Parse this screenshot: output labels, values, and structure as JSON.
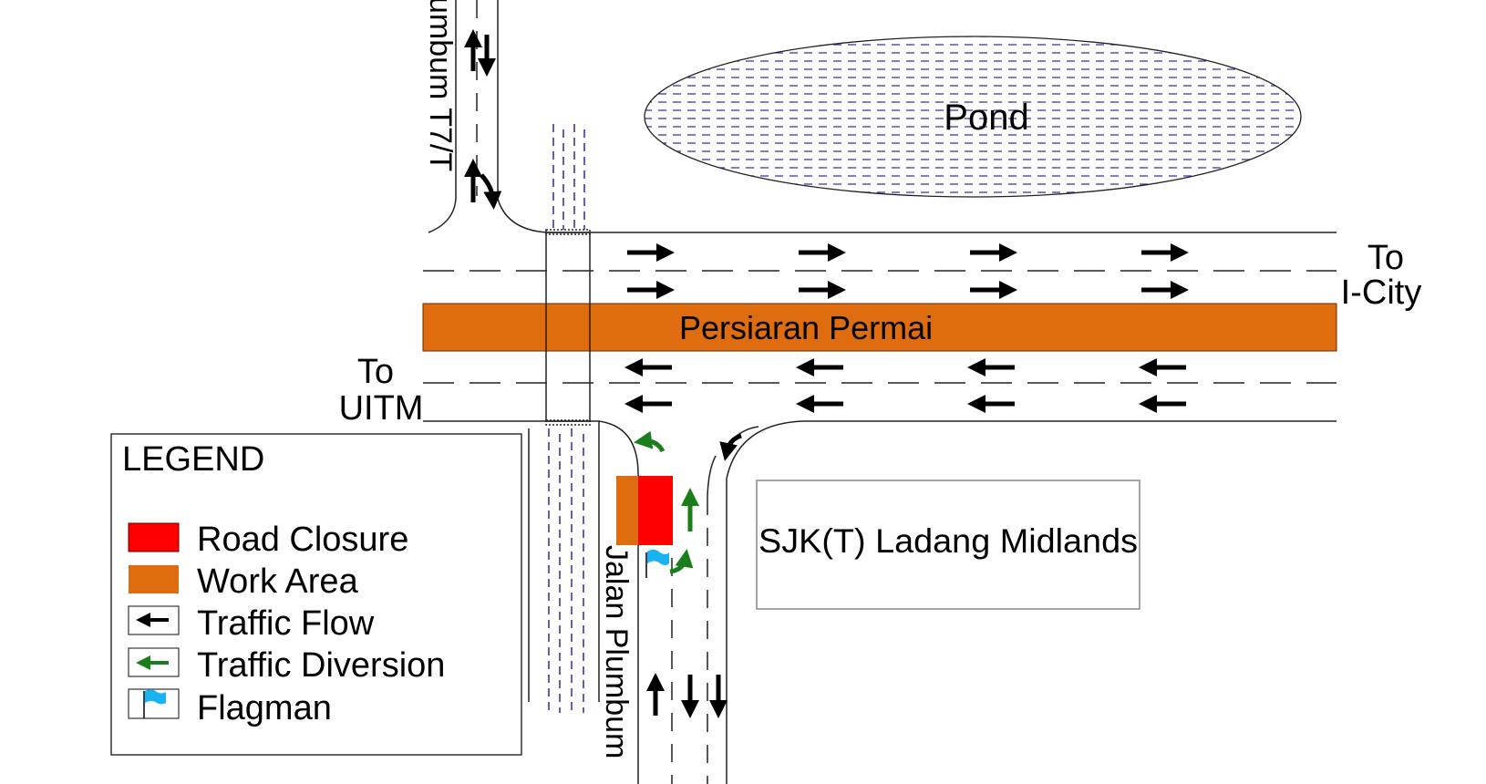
{
  "map": {
    "pond_label": "Pond",
    "main_road_label": "Persiaran Permai",
    "side_road_top_label": "umbum T7/T",
    "side_road_bottom_label": "Jalan Plumbum",
    "destination_east_line1": "To",
    "destination_east_line2": "I-City",
    "destination_west_line1": "To",
    "destination_west_line2": "UITM",
    "school_label": "SJK(T) Ladang Midlands"
  },
  "legend": {
    "title": "LEGEND",
    "items": [
      {
        "label": "Road Closure",
        "icon": "road-closure-swatch"
      },
      {
        "label": "Work Area",
        "icon": "work-area-swatch"
      },
      {
        "label": "Traffic Flow",
        "icon": "traffic-flow-arrow-icon"
      },
      {
        "label": "Traffic Diversion",
        "icon": "traffic-diversion-arrow-icon"
      },
      {
        "label": "Flagman",
        "icon": "flagman-flag-icon"
      }
    ]
  },
  "colors": {
    "road_closure": "#ff0000",
    "work_area": "#e06c10",
    "diversion": "#1a7f1a",
    "flag": "#1ab2f0",
    "water": "#3a3aa0",
    "line": "#222222"
  }
}
